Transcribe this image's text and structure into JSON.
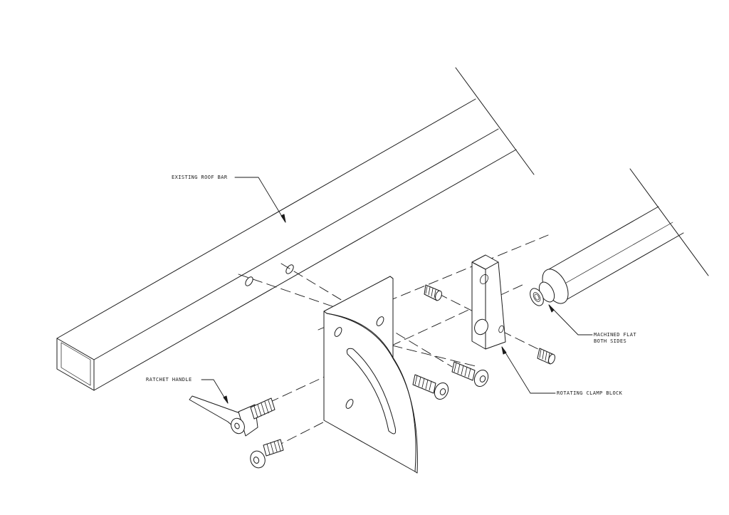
{
  "labels": {
    "existing_roof_bar": "EXISTING ROOF BAR",
    "ratchet_handle": "RATCHET HANDLE",
    "rotating_clamp_block": "ROTATING CLAMP BLOCK",
    "machined_flat_line1": "MACHINED FLAT",
    "machined_flat_line2": "BOTH SIDES"
  },
  "colors": {
    "ink": "#1a1a1a",
    "paper": "#ffffff"
  }
}
